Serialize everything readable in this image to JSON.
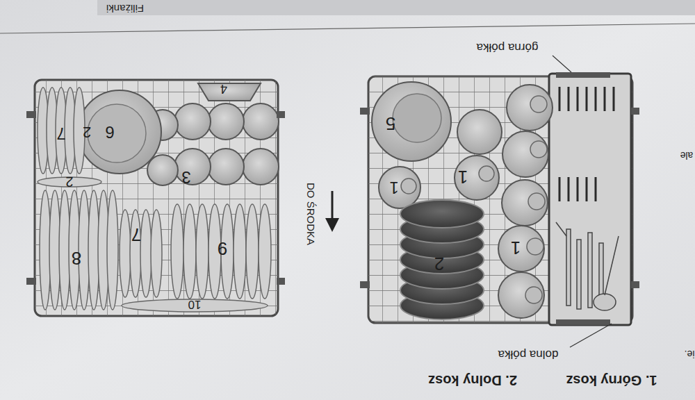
{
  "diagram": {
    "labels": [
      "Filiżanki",
      "ale",
      "ie.",
      "górna półka",
      "1. Górny kosz",
      "2. Dolny kosz",
      "dolna półka",
      "DO ŚRODKA",
      "5",
      "1",
      "1",
      "1",
      "2",
      "4",
      "3",
      "6",
      "2",
      "7",
      "2",
      "9",
      "7",
      "8",
      "10"
    ]
  }
}
